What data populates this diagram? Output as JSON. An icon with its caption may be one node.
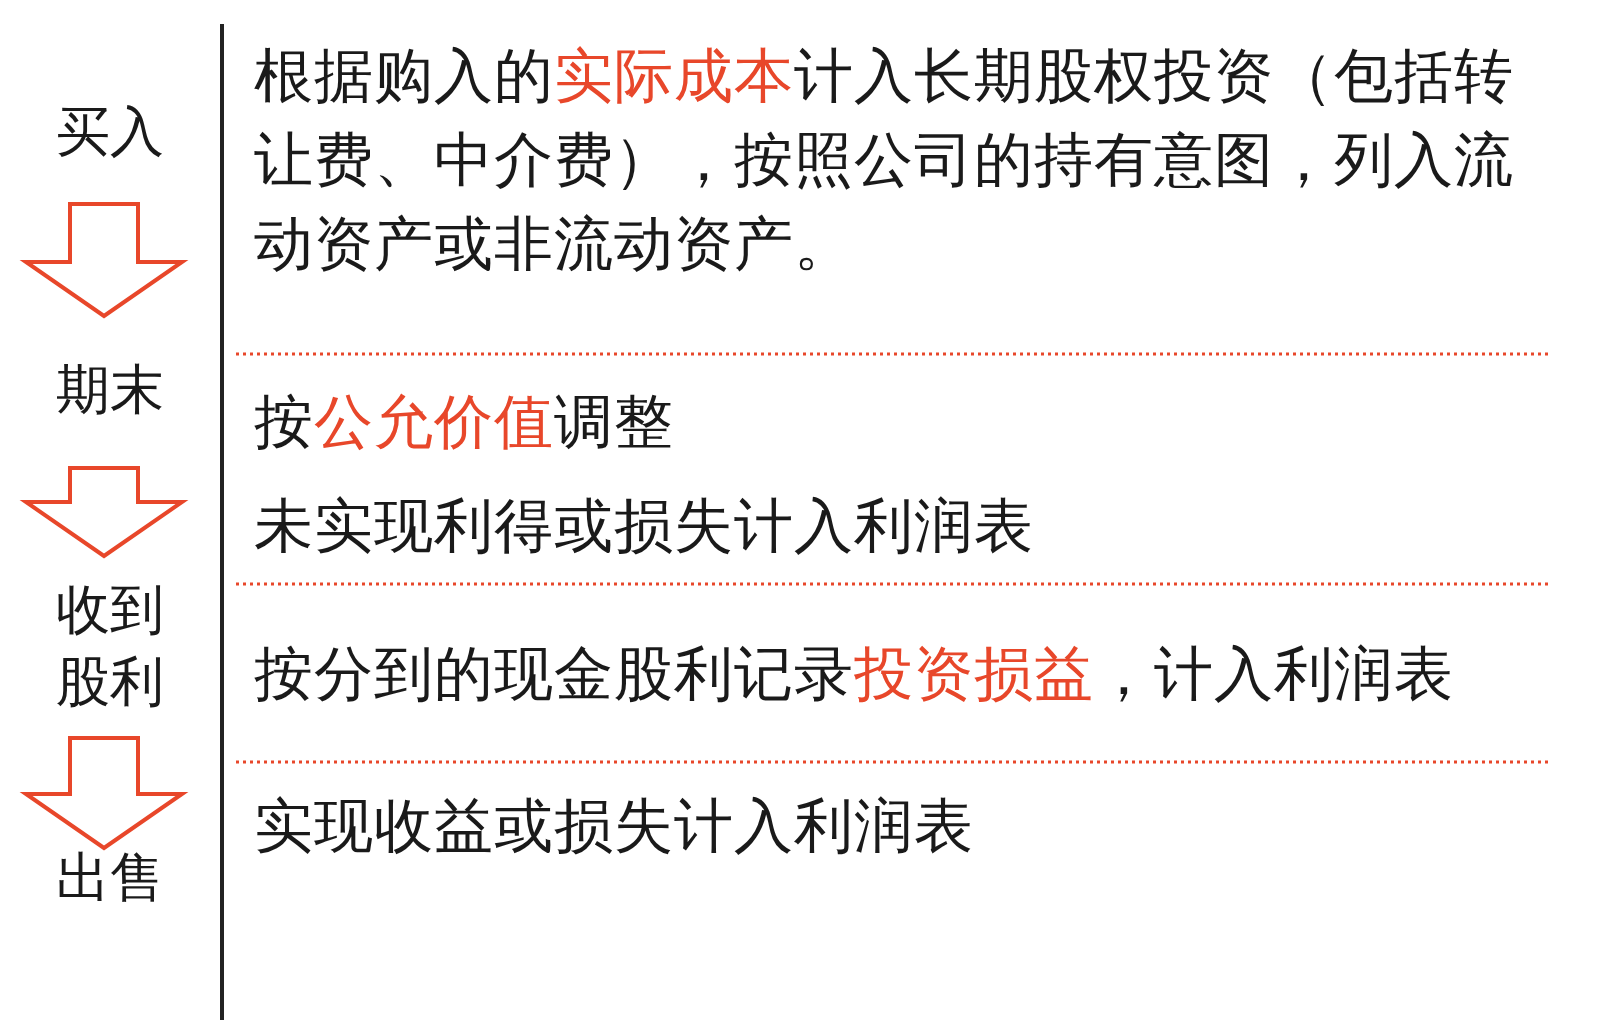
{
  "diagram": {
    "nodes": [
      {
        "text": [
          "买入"
        ]
      },
      {
        "text": [
          "期末"
        ]
      },
      {
        "text": [
          "收到股利"
        ]
      },
      {
        "text": [
          "出售"
        ]
      }
    ],
    "edges": [
      {
        "from": 0,
        "to": 1,
        "arrow": "to"
      },
      {
        "from": 1,
        "to": 2,
        "arrow": "to"
      },
      {
        "from": 2,
        "to": 3,
        "arrow": "to"
      }
    ],
    "labels": [
      "根据购入的**实际成本**计入长期股权投资（包括转让费、中介费），按照公司的持有意图，列入流动资产或非流动资产。",
      "按**公允价值**调整",
      "未实现利得或损失计入利润表",
      "按分到的现金股利记录**投资损益**，计入利润表",
      "实现收益或损失计入利润表"
    ]
  }
}
